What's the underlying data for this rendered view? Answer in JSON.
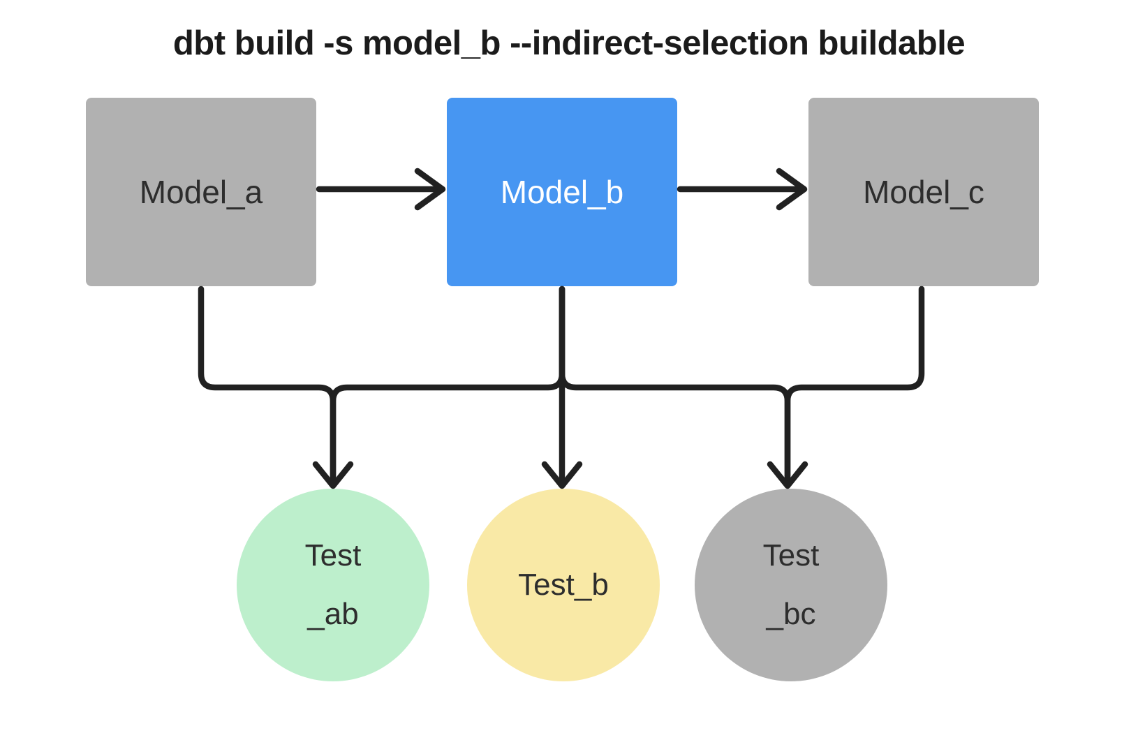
{
  "title": "dbt build -s model_b --indirect-selection buildable",
  "colors": {
    "bg": "#ffffff",
    "line": "#212121",
    "title_text": "#1b1b1b"
  },
  "diagram": {
    "type": "dag",
    "models": [
      {
        "id": "model_a",
        "label": "Model_a",
        "fill": "#b1b1b1",
        "text": "#2d2d2d"
      },
      {
        "id": "model_b",
        "label": "Model_b",
        "fill": "#4796f2",
        "text": "#ffffff"
      },
      {
        "id": "model_c",
        "label": "Model_c",
        "fill": "#b1b1b1",
        "text": "#2d2d2d"
      }
    ],
    "tests": [
      {
        "id": "test_ab",
        "line1": "Test",
        "line2": "_ab",
        "fill": "#bdefcc",
        "text": "#2d2d2d"
      },
      {
        "id": "test_b",
        "line1": "Test_b",
        "line2": "",
        "fill": "#f9e9a6",
        "text": "#2d2d2d"
      },
      {
        "id": "test_bc",
        "line1": "Test",
        "line2": "_bc",
        "fill": "#b1b1b1",
        "text": "#2d2d2d"
      }
    ],
    "edges": [
      {
        "from": "model_a",
        "to": "model_b"
      },
      {
        "from": "model_b",
        "to": "model_c"
      },
      {
        "from": "model_a",
        "to": "test_ab"
      },
      {
        "from": "model_b",
        "to": "test_ab"
      },
      {
        "from": "model_b",
        "to": "test_b"
      },
      {
        "from": "model_b",
        "to": "test_bc"
      },
      {
        "from": "model_c",
        "to": "test_bc"
      }
    ]
  }
}
